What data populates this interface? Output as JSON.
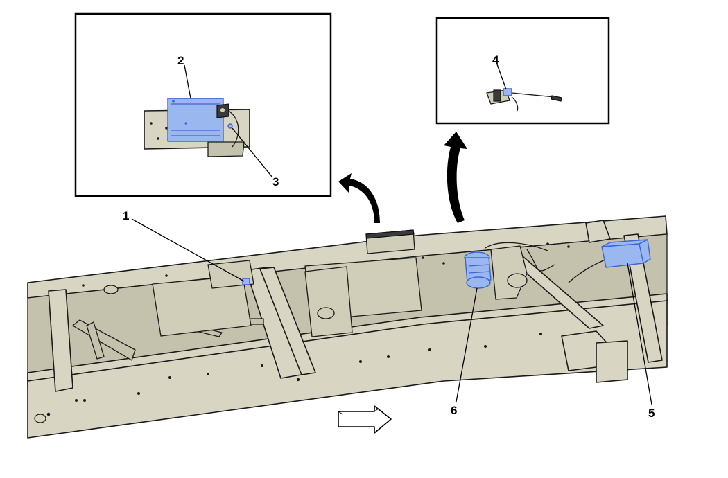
{
  "callouts": {
    "c1": "1",
    "c2": "2",
    "c3": "3",
    "c4": "4",
    "c5": "5",
    "c6": "6"
  },
  "colors": {
    "frame": "#d8d5c2",
    "highlight": "#9bb7ef",
    "highlight_stroke": "#3a64d8",
    "outline": "#1a1a1a"
  },
  "icons": {
    "direction": "forward-direction-arrow-icon",
    "inset_pointer": "curved-pointer-arrow-icon"
  }
}
